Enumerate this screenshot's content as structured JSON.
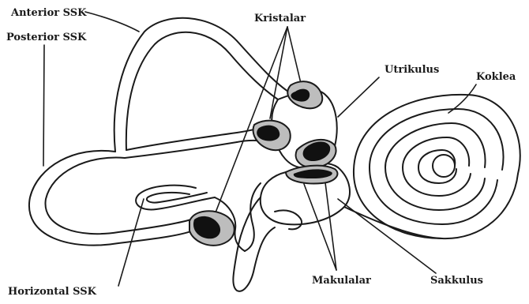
{
  "labels": {
    "anterior_ssk": "Anterior SSK",
    "posterior_ssk": "Posterior SSK",
    "horizontal_ssk": "Horizontal SSK",
    "kristalar": "Kristalar",
    "utrikulus": "Utrikulus",
    "koklea": "Koklea",
    "makulalar": "Makulalar",
    "sakkulus": "Sakkulus"
  },
  "colors": {
    "outline": "#1a1a1a",
    "sensory_fill": "#bdbdbd",
    "crista_blob": "#111111",
    "background": "#ffffff"
  }
}
